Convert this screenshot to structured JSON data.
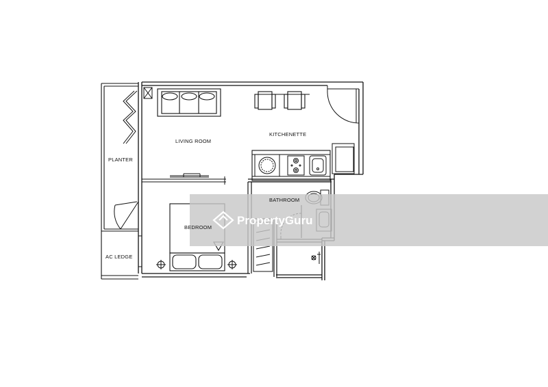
{
  "rooms": {
    "living_room": "LIVING ROOM",
    "kitchenette": "KITCHENETTE",
    "planter": "PLANTER",
    "bathroom": "BATHROOM",
    "bedroom": "BEDROOM",
    "ac_ledge": "AC LEDGE"
  },
  "watermark": {
    "brand": "PropertyGuru",
    "color": "#c8c8c8",
    "icon": "home-logo-icon"
  },
  "colors": {
    "lines": "#111111",
    "background": "#ffffff"
  }
}
